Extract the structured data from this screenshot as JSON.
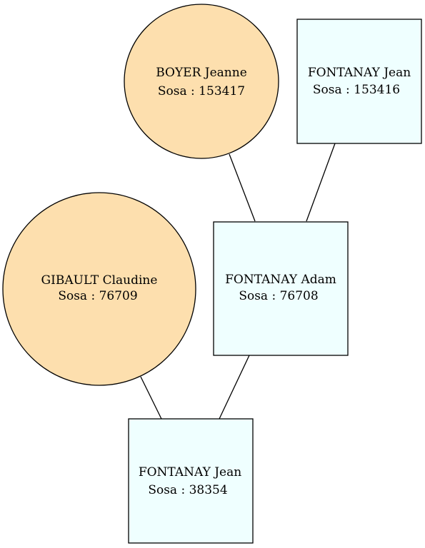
{
  "colors": {
    "female_fill": "#fddfae",
    "male_fill": "#efffff",
    "stroke": "#000000",
    "background": "#ffffff"
  },
  "nodes": {
    "boyer_jeanne": {
      "shape": "circle",
      "sex": "female",
      "name": "BOYER Jeanne",
      "sosa": "Sosa : 153417"
    },
    "fontanay_jean_153416": {
      "shape": "square",
      "sex": "male",
      "name": "FONTANAY Jean",
      "sosa": "Sosa : 153416"
    },
    "gibault_claudine": {
      "shape": "circle",
      "sex": "female",
      "name": "GIBAULT Claudine",
      "sosa": "Sosa : 76709"
    },
    "fontanay_adam": {
      "shape": "square",
      "sex": "male",
      "name": "FONTANAY Adam",
      "sosa": "Sosa : 76708"
    },
    "fontanay_jean_38354": {
      "shape": "square",
      "sex": "male",
      "name": "FONTANAY Jean",
      "sosa": "Sosa : 38354"
    }
  },
  "edges": [
    {
      "from": "boyer_jeanne",
      "to": "fontanay_adam"
    },
    {
      "from": "fontanay_jean_153416",
      "to": "fontanay_adam"
    },
    {
      "from": "gibault_claudine",
      "to": "fontanay_jean_38354"
    },
    {
      "from": "fontanay_adam",
      "to": "fontanay_jean_38354"
    }
  ]
}
